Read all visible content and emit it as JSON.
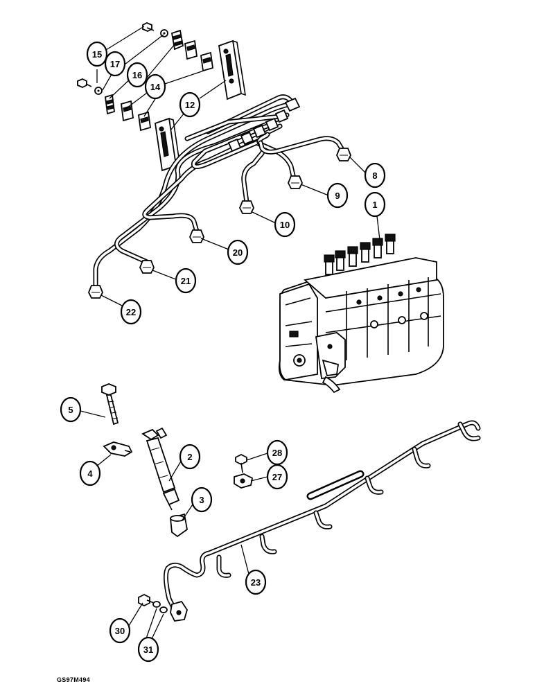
{
  "figure_id": "GS97M494",
  "callouts": [
    "1",
    "2",
    "3",
    "4",
    "5",
    "8",
    "9",
    "10",
    "12",
    "14",
    "15",
    "16",
    "17",
    "20",
    "21",
    "22",
    "23",
    "27",
    "28",
    "30",
    "31"
  ]
}
